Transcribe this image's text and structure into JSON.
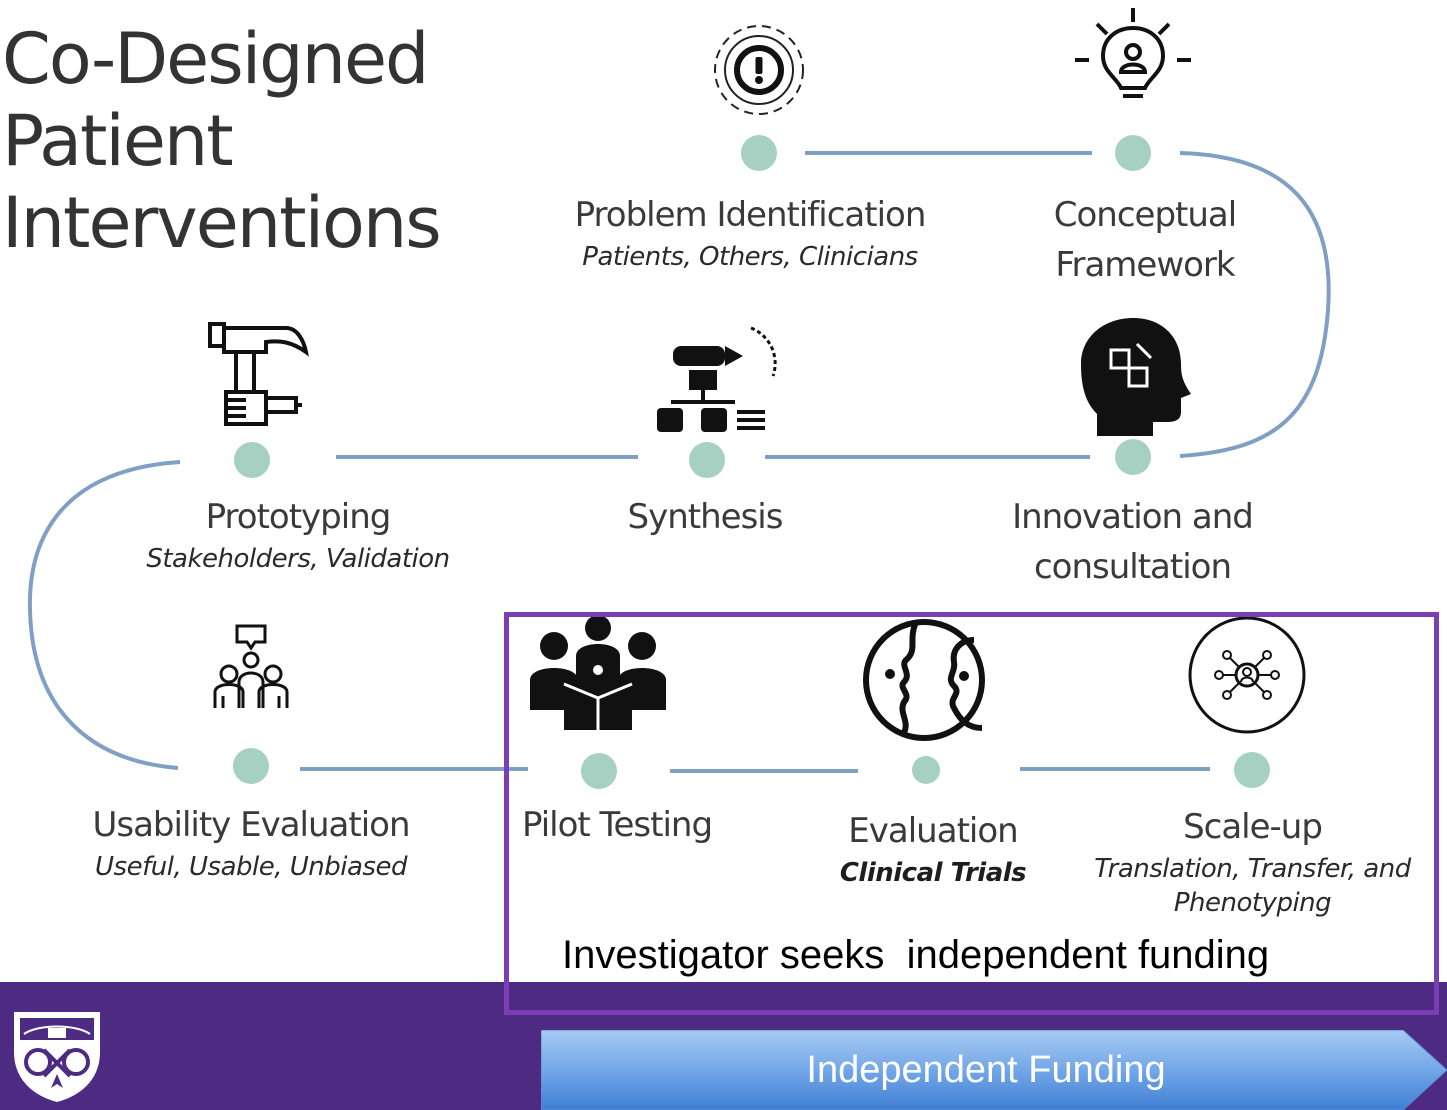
{
  "title": {
    "line1": "Co-Designed",
    "line2": "Patient",
    "line3": "Interventions"
  },
  "stages": {
    "problem_identification": {
      "title": "Problem Identification",
      "subtitle": "Patients, Others, Clinicians",
      "icon": "gear-exclamation-icon"
    },
    "conceptual_framework": {
      "title_line1": "Conceptual",
      "title_line2": "Framework",
      "icon": "lightbulb-person-icon"
    },
    "innovation": {
      "title_line1": "Innovation and",
      "title_line2": "consultation",
      "icon": "head-puzzle-icon"
    },
    "synthesis": {
      "title": "Synthesis",
      "icon": "synthesis-flowchart-icon"
    },
    "prototyping": {
      "title": "Prototyping",
      "subtitle": "Stakeholders, Validation",
      "icon": "hammer-hand-icon"
    },
    "usability_evaluation": {
      "title": "Usability Evaluation",
      "subtitle": "Useful, Usable, Unbiased",
      "icon": "people-speech-icon"
    },
    "pilot_testing": {
      "title": "Pilot Testing",
      "icon": "team-box-icon"
    },
    "evaluation": {
      "title": "Evaluation",
      "subtitle": "Clinical Trials",
      "icon": "two-faces-icon"
    },
    "scale_up": {
      "title": "Scale-up",
      "subtitle_line1": "Translation, Transfer, and",
      "subtitle_line2": "Phenotyping",
      "icon": "network-person-icon"
    }
  },
  "funding_note": "Investigator seeks  independent funding",
  "arrow_label": "Independent Funding",
  "colors": {
    "node": "#a6d1c2",
    "connector": "#7f9fc4",
    "band": "#4e2b82",
    "box_border": "#7a3fb5",
    "arrow_top": "#9cc4ef",
    "arrow_bottom": "#3f7ed3"
  }
}
